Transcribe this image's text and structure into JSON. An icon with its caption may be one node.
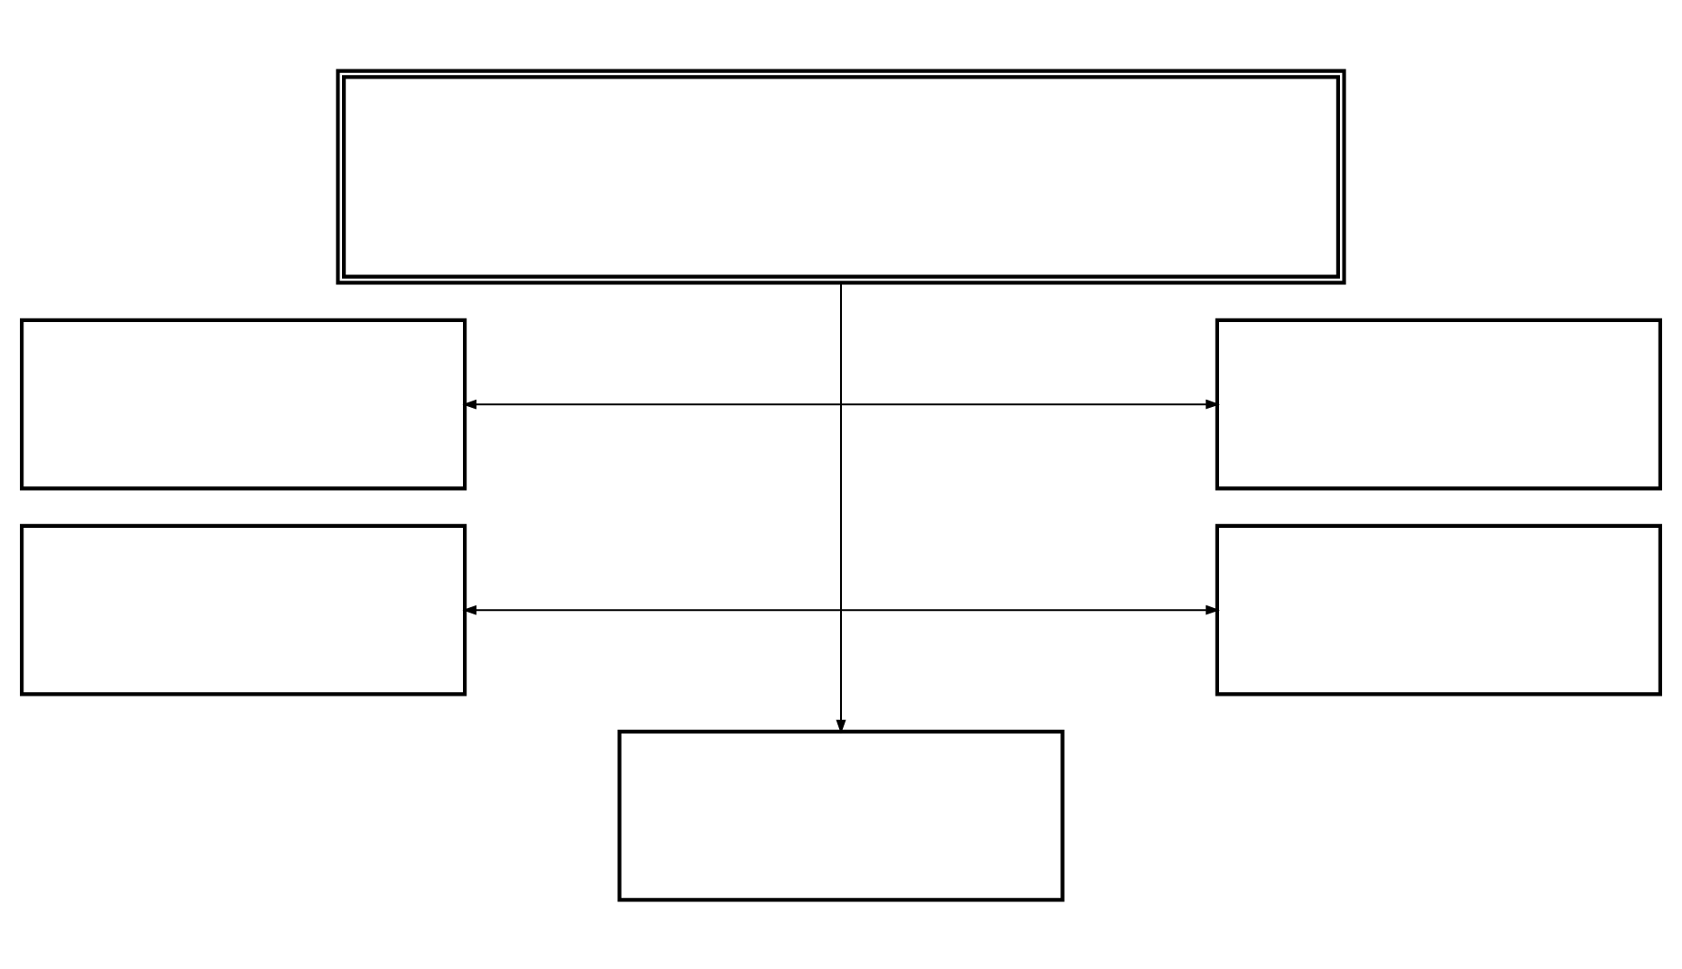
{
  "diagram": {
    "nodes": [
      {
        "text": [],
        "shape": "box"
      },
      {
        "text": [],
        "shape": "box"
      },
      {
        "text": [],
        "shape": "box"
      },
      {
        "text": [],
        "shape": "box"
      },
      {
        "text": [],
        "shape": "box"
      },
      {
        "text": [],
        "shape": "box"
      }
    ],
    "edges": [
      {
        "from": 0,
        "to": 5,
        "arrow": "to"
      },
      {
        "from": 1,
        "to": 2,
        "arrow": "both"
      },
      {
        "from": 3,
        "to": 4,
        "arrow": "both"
      }
    ]
  }
}
